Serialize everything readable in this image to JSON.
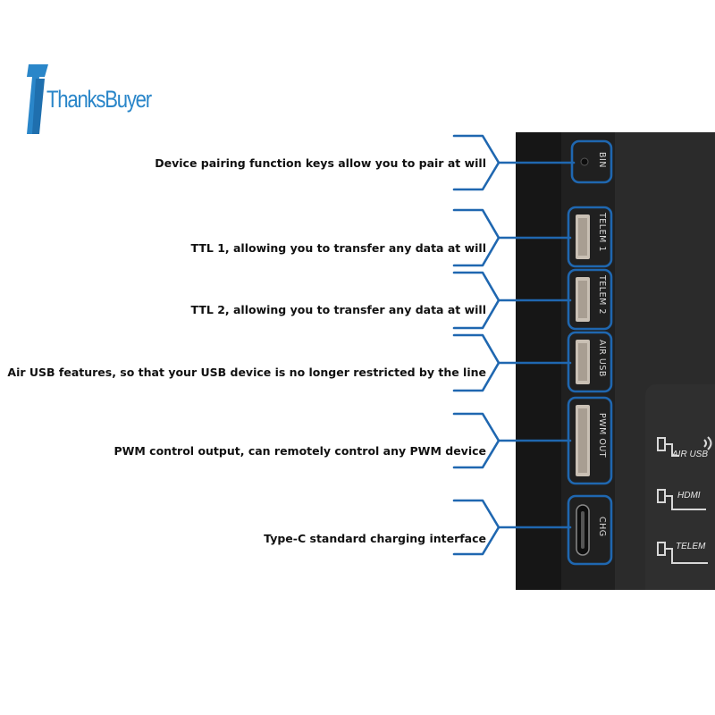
{
  "brand": {
    "name": "ThanksBuyer",
    "color": "#2a86c9"
  },
  "callouts": [
    {
      "text": "Device pairing function keys allow you to pair at will",
      "port": "BIN"
    },
    {
      "text": "TTL 1, allowing you to transfer any data at will",
      "port": "TELEM 1"
    },
    {
      "text": "TTL 2, allowing you to transfer any data at will",
      "port": "TELEM 2"
    },
    {
      "text": "Air USB features, so that your USB device is no longer restricted by the line",
      "port": "AIR USB"
    },
    {
      "text": "PWM control output, can remotely control any PWM device",
      "port": "PWM OUT"
    },
    {
      "text": "Type-C standard charging interface",
      "port": "CHG"
    }
  ],
  "side_labels": [
    "AIR USB",
    "HDMI",
    "TELEM"
  ],
  "colors": {
    "callout": "#1f67b0",
    "device": "#1b1b1b"
  }
}
